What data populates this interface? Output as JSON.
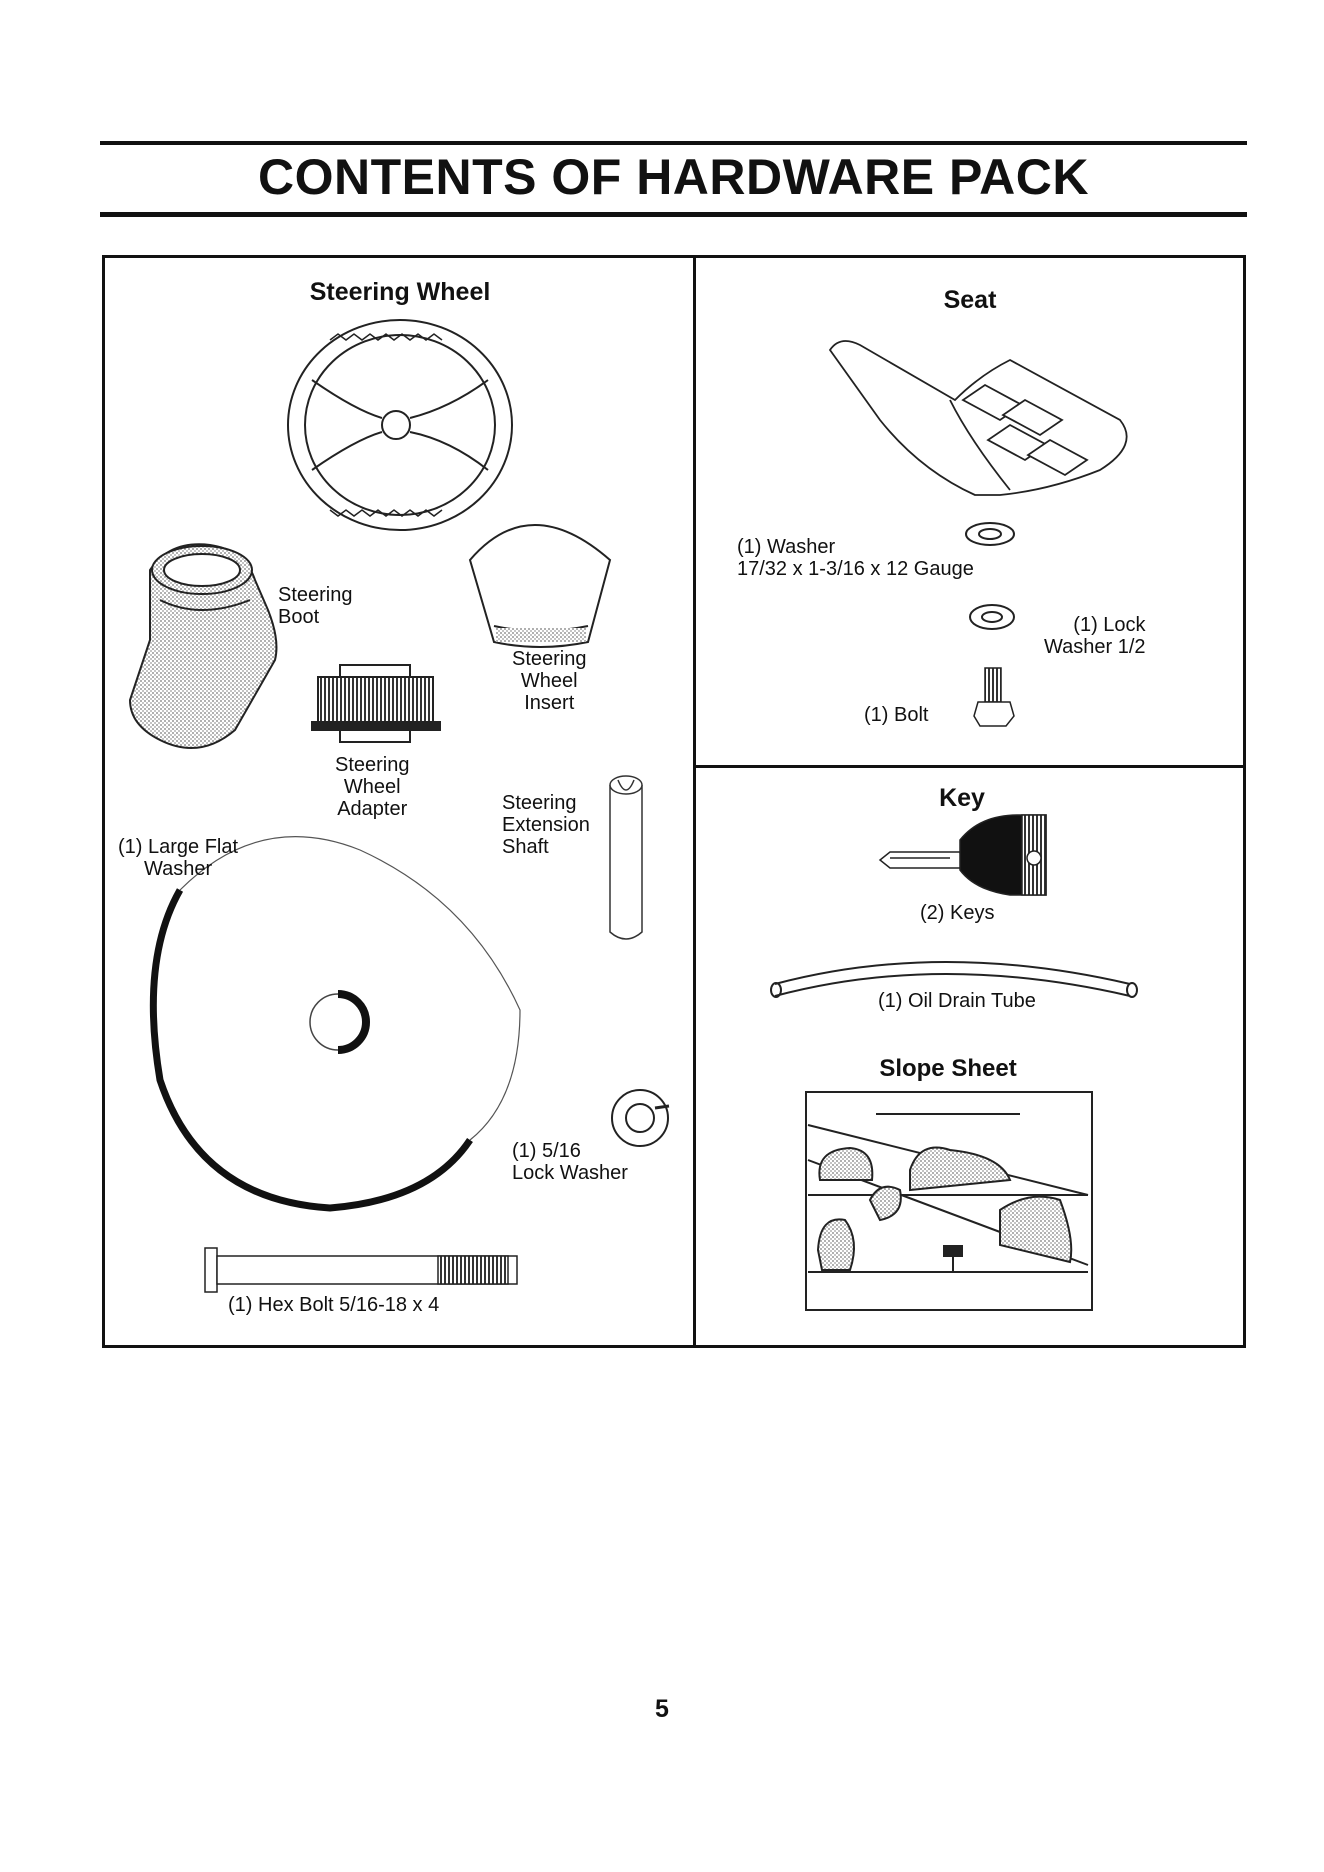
{
  "title": "CONTENTS OF HARDWARE PACK",
  "steering": {
    "header": "Steering Wheel",
    "boot": "Steering\nBoot",
    "insert": "Steering\nWheel\nInsert",
    "adapter": "Steering\nWheel\nAdapter",
    "extension": "Steering\nExtension\nShaft",
    "large_washer": "(1) Large Flat\nWasher",
    "lock_washer": "(1) 5/16\nLock Washer",
    "hex_bolt": "(1) Hex Bolt 5/16-18 x 4"
  },
  "seat": {
    "header": "Seat",
    "washer": "(1) Washer\n17/32 x 1-3/16 x 12 Gauge",
    "lock_washer": "(1) Lock\nWasher 1/2",
    "bolt": "(1) Bolt"
  },
  "key": {
    "header": "Key",
    "keys": "(2) Keys",
    "oil_tube": "(1) Oil Drain Tube",
    "slope_header": "Slope Sheet"
  },
  "page_number": "5"
}
